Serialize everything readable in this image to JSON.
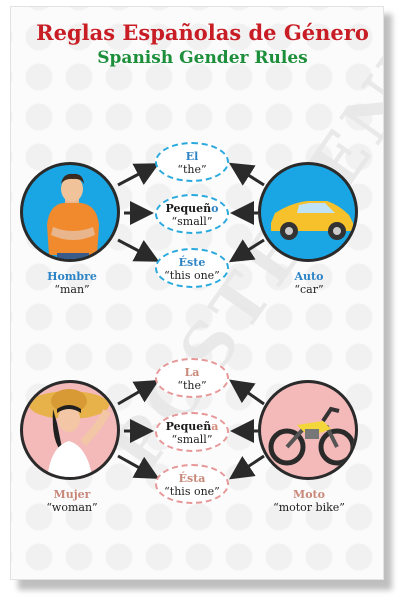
{
  "title": "Reglas Españolas de Género",
  "subtitle": "Spanish Gender Rules",
  "watermark": "POSTERENVY",
  "masculine": {
    "left": {
      "word": "Hombre",
      "translation": "“man”"
    },
    "right": {
      "word": "Auto",
      "translation": "“car”"
    },
    "words": [
      {
        "word": "El",
        "translation": "“the”"
      },
      {
        "word_main": "Pequeñ",
        "word_end": "o",
        "translation": "“small”"
      },
      {
        "word_main": "Ést",
        "word_end": "e",
        "translation": "“this one”"
      }
    ]
  },
  "feminine": {
    "left": {
      "word": "Mujer",
      "translation": "“woman”"
    },
    "right": {
      "word": "Moto",
      "translation": "“motor bike”"
    },
    "words": [
      {
        "word": "La",
        "translation": "“the”"
      },
      {
        "word_main": "Pequeñ",
        "word_end": "a",
        "translation": "“small”"
      },
      {
        "word_main": "Ést",
        "word_end": "a",
        "translation": "“this one”"
      }
    ]
  },
  "colors": {
    "title": "#c81d25",
    "subtitle": "#1d8f3b",
    "masculine": "#2c84c6",
    "feminine": "#d38a7a"
  }
}
